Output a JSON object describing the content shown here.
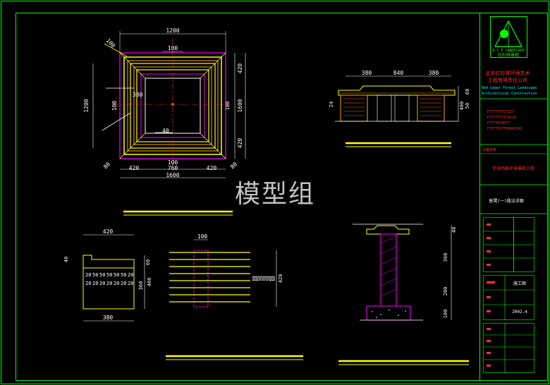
{
  "watermark": "模型组",
  "plan": {
    "top_outer": "1200",
    "top_inner": "100",
    "corner_100": "100",
    "left_height": "1200",
    "left_100": "100",
    "right_420_top": "420",
    "right_1600": "1600",
    "right_420_bottom": "420",
    "inner_380": "380",
    "inner_40": "40",
    "bottom_100": "100",
    "bottom_420_left": "420",
    "bottom_760": "760",
    "bottom_420_right": "420",
    "bottom_1600": "1600",
    "corner_80_left": "80",
    "corner_80_right": "80"
  },
  "section": {
    "dim_380_left": "380",
    "dim_840": "840",
    "dim_380_right": "380",
    "dim_60": "60",
    "dim_400": "400",
    "dim_50": "50",
    "dim_24": "24"
  },
  "detail_small": {
    "width": "420",
    "h40": "40",
    "h60": "60",
    "h360": "360",
    "h460": "460",
    "bottom_380": "380",
    "row1": [
      "20",
      "50",
      "50",
      "50",
      "50",
      "50",
      "20"
    ],
    "row2": [
      "20",
      "20",
      "20",
      "20",
      "20",
      "20",
      "20"
    ]
  },
  "detail_mid": {
    "top_100": "100",
    "right_nums": [
      "60",
      "60",
      "50",
      "50",
      "50",
      "50",
      "60",
      "60"
    ],
    "right_420": "420"
  },
  "column_section": {
    "dim_40": "40",
    "dim_360": "360",
    "dim_200": "200",
    "dim_100": "100"
  },
  "title_block": {
    "company_cn_1": "北京红杉林环境艺术",
    "company_cn_2": "工程有限责任公司",
    "company_en_1": "Red Cedar Forest Landscape",
    "company_en_2": "Architectural Construction",
    "logo_text_1": "R.C.F LANDSCAPE",
    "logo_text_2": "红杉林景观",
    "phones": [
      "7777777777137",
      "77777777774129",
      "77777070077",
      "777F7017F00003241"
    ],
    "project_label": "工程名称",
    "project_name": "学海明珠环境景观工程",
    "drawing_name": "座凳(一)做法详图",
    "stage": "施工图",
    "date": "2002.4"
  },
  "colors": {
    "background": "#000000",
    "frame": "#00ff00",
    "yellow": "#ffff00",
    "white": "#ffffff",
    "magenta": "#ff00ff",
    "red": "#ff3030",
    "orange": "#ffaa00",
    "cyan": "#00ffff"
  }
}
